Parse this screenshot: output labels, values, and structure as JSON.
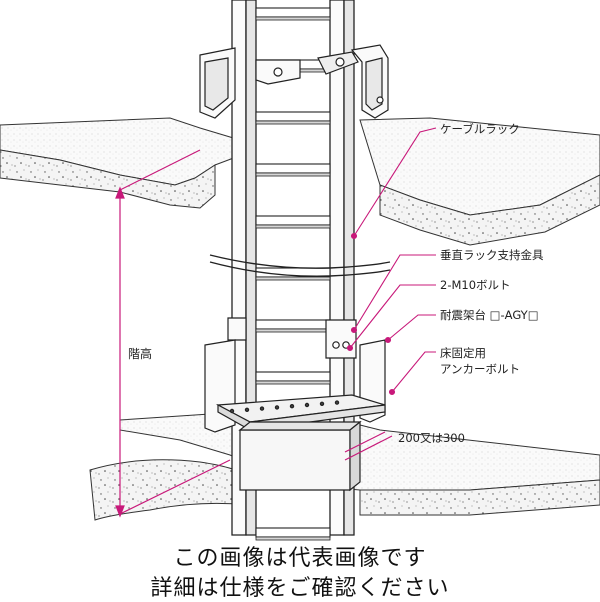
{
  "labels": {
    "cable_rack": "ケーブルラック",
    "vertical_rack_bracket": "垂直ラック支持金具",
    "m10_bolt": "2-M10ボルト",
    "seismic_base": "耐震架台 □-AGY□",
    "anchor_line1": "床固定用",
    "anchor_line2": "アンカーボルト",
    "floor_height": "階高",
    "dimension": "200又は300"
  },
  "footer": {
    "line1": "この画像は代表画像です",
    "line2": "詳細は仕様をご確認ください"
  },
  "colors": {
    "leader": "#c8197a",
    "line": "#222222",
    "concrete": "#efefef"
  }
}
